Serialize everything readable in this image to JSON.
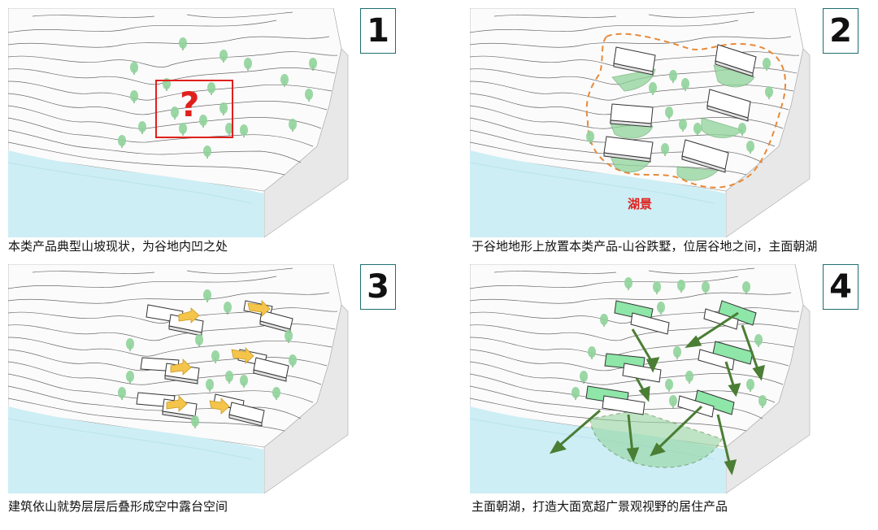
{
  "panels": [
    {
      "number": "1",
      "caption": "本类产品典型山坡现状，为谷地内凹之处",
      "mark": "?"
    },
    {
      "number": "2",
      "caption": "于谷地地形上放置本类产品-山谷跌墅，位居谷地之间，主面朝湖",
      "lake_label": "湖景"
    },
    {
      "number": "3",
      "caption": "建筑依山就势层层后叠形成空中露台空间"
    },
    {
      "number": "4",
      "caption": "主面朝湖，打造大面宽超广景观视野的居住产品"
    }
  ],
  "colors": {
    "water": "#cdeef5",
    "tree": "#8fd39a",
    "highlight_red": "#e0201c",
    "dashed_boundary": "#e88a3a",
    "arrow_yellow": "#f4c54a",
    "arrow_green": "#4a7e34",
    "roof_green": "#8ee6a8",
    "number_border": "#1f6e6e"
  },
  "icons": {
    "question": "question-mark-icon",
    "tree": "tree-icon",
    "arrow": "arrow-icon"
  }
}
